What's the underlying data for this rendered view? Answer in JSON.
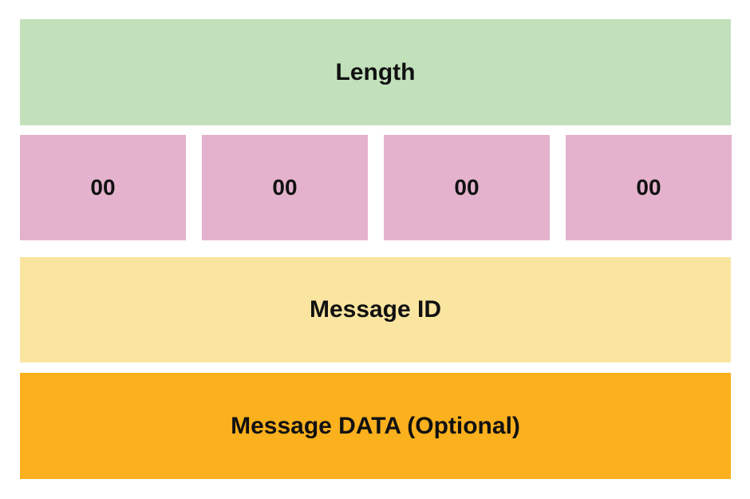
{
  "colors": {
    "length_fill": "#c2e1bb",
    "byte_fill": "#e4b2cc",
    "message_id_fill": "#fae5a0",
    "message_data_fill": "#fbb01d",
    "text": "#111111"
  },
  "diagram": {
    "length_label": "Length",
    "bytes": [
      {
        "label": "00"
      },
      {
        "label": "00"
      },
      {
        "label": "00"
      },
      {
        "label": "00"
      }
    ],
    "message_id_label": "Message ID",
    "message_data_label": "Message DATA (Optional)"
  }
}
